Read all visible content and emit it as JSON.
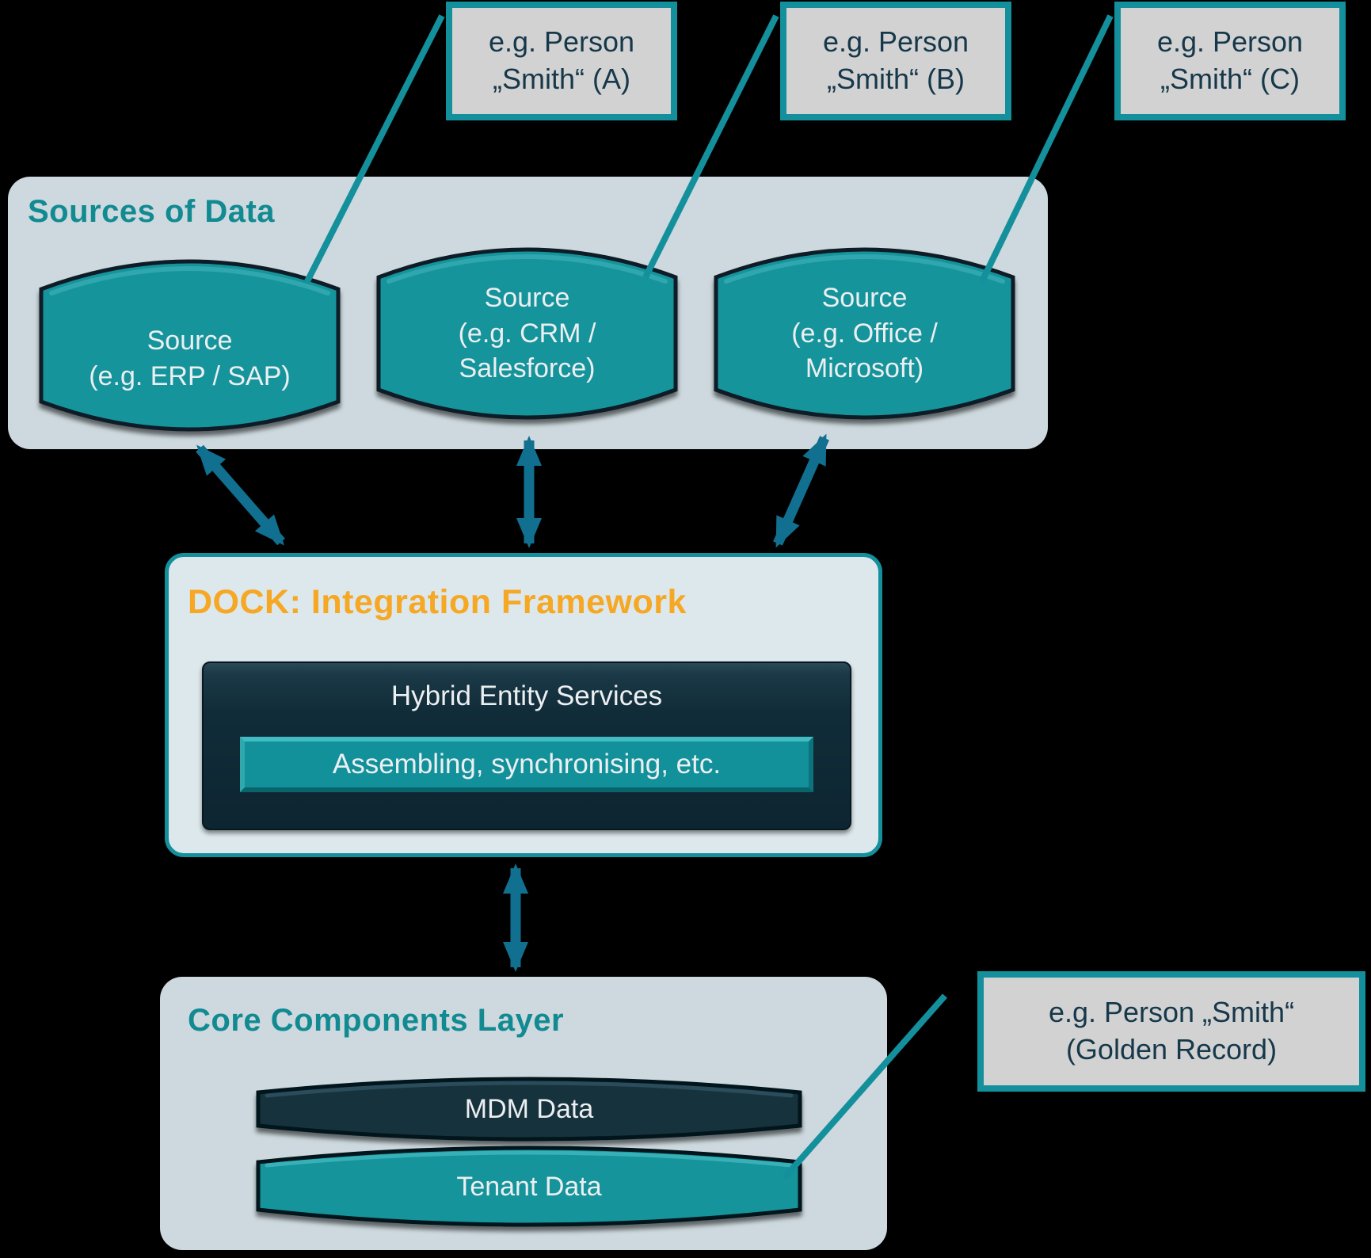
{
  "colors": {
    "bg": "#000000",
    "panel": "#cdd9de",
    "panel-light": "#dde8ec",
    "accent": "#13909c",
    "teal-text": "#128a91",
    "cyl": "#17949b",
    "cyl-hi": "#35aab1",
    "outline": "#0c1b26",
    "navy": "#112c39",
    "navy-disc": "#16313d",
    "bar": "#12919a",
    "arrow": "#116f90",
    "orange": "#f6a723",
    "callout-bg": "#d2d2d2",
    "callout-text": "#16384a",
    "white-text": "#eceff1"
  },
  "callouts": {
    "a": {
      "lines": [
        "e.g. Person",
        "„Smith“ (A)"
      ]
    },
    "b": {
      "lines": [
        "e.g. Person",
        "„Smith“ (B)"
      ]
    },
    "c": {
      "lines": [
        "e.g. Person",
        "„Smith“ (C)"
      ]
    },
    "golden": {
      "lines": [
        "e.g. Person „Smith“",
        "(Golden Record)"
      ]
    }
  },
  "sources_layer": {
    "title": "Sources of Data",
    "cylinders": [
      {
        "lines": [
          "Source",
          "(e.g. ERP / SAP)"
        ]
      },
      {
        "lines": [
          "Source",
          "(e.g. CRM /",
          "Salesforce)"
        ]
      },
      {
        "lines": [
          "Source",
          "(e.g. Office /",
          "Microsoft)"
        ]
      }
    ]
  },
  "integration_layer": {
    "title": "DOCK: Integration Framework",
    "service_box": {
      "title": "Hybrid Entity Services",
      "bar_label": "Assembling, synchronising, etc."
    }
  },
  "core_layer": {
    "title": "Core Components Layer",
    "discs": [
      {
        "label": "MDM Data"
      },
      {
        "label": "Tenant Data"
      }
    ]
  }
}
